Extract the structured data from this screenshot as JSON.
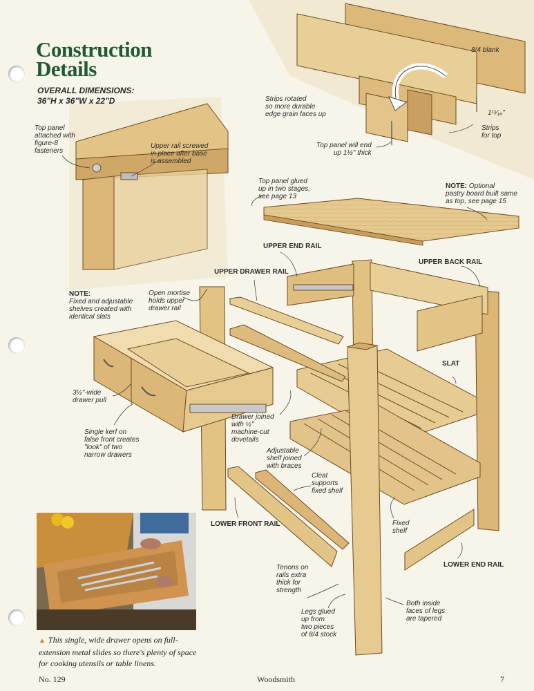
{
  "header": {
    "title_line1": "Construction",
    "title_line2": "Details",
    "dims_label": "OVERALL DIMENSIONS:",
    "dims_value": "36\"H x 36\"W x 22\"D"
  },
  "colors": {
    "title_green": "#1f5a32",
    "wood_light": "#e9cf97",
    "wood_mid": "#d9b577",
    "wood_dark": "#b88f50",
    "caption_triangle": "#c7861f"
  },
  "top_labels": {
    "blank": "8/4 blank",
    "strips_rotated": [
      "Strips rotated",
      "so more durable",
      "edge grain faces up"
    ],
    "thickness_small": "1¹¹⁄₁₆\"",
    "strips_for_top": [
      "Strips",
      "for top"
    ],
    "top_panel_end_up": [
      "Top panel will end",
      "up 1½\" thick"
    ],
    "top_panel_attached": [
      "Top panel",
      "attached with",
      "figure-8",
      "fasteners"
    ],
    "upper_rail_screwed": [
      "Upper rail screwed",
      "in place after base",
      "is assembled"
    ],
    "top_panel_glued": [
      "Top panel glued",
      "up in two stages,",
      "see page 13"
    ],
    "note_pastry_head": "NOTE:",
    "note_pastry": [
      "Optional",
      "pastry board built same",
      "as top, see page 15"
    ]
  },
  "part_captions": {
    "upper_end_rail": "UPPER END RAIL",
    "upper_back_rail": "UPPER BACK RAIL",
    "upper_drawer_rail": "UPPER DRAWER RAIL",
    "slat": "SLAT",
    "lower_front_rail": "LOWER FRONT RAIL",
    "lower_end_rail": "LOWER END RAIL"
  },
  "body_labels": {
    "note_shelves_head": "NOTE:",
    "note_shelves": [
      "Fixed and adjustable",
      "shelves created with",
      "identical slats"
    ],
    "open_mortise": [
      "Open mortise",
      "holds upper",
      "drawer rail"
    ],
    "drawer_pull": [
      "3½\"-wide",
      "drawer pull"
    ],
    "single_kerf": [
      "Single kerf on",
      "false front creates",
      "\"look\" of two",
      "narrow drawers"
    ],
    "drawer_joined": [
      "Drawer joined",
      "with ½\"",
      "machine-cut",
      "dovetails"
    ],
    "adjustable_shelf": [
      "Adjustable",
      "shelf joined",
      "with braces"
    ],
    "cleat": [
      "Cleat",
      "supports",
      "fixed shelf"
    ],
    "fixed_shelf": [
      "Fixed",
      "shelf"
    ],
    "tenons": [
      "Tenons on",
      "rails extra",
      "thick for",
      "strength"
    ],
    "legs_glued": [
      "Legs glued",
      "up from",
      "two pieces",
      "of 8/4 stock"
    ],
    "both_inside": [
      "Both inside",
      "faces of legs",
      "are tapered"
    ]
  },
  "photo": {
    "caption": "This single, wide drawer opens on full-extension metal slides so there's plenty of space for cooking utensils or table linens."
  },
  "footer": {
    "issue": "No. 129",
    "magazine": "Woodsmith",
    "page": "7"
  }
}
